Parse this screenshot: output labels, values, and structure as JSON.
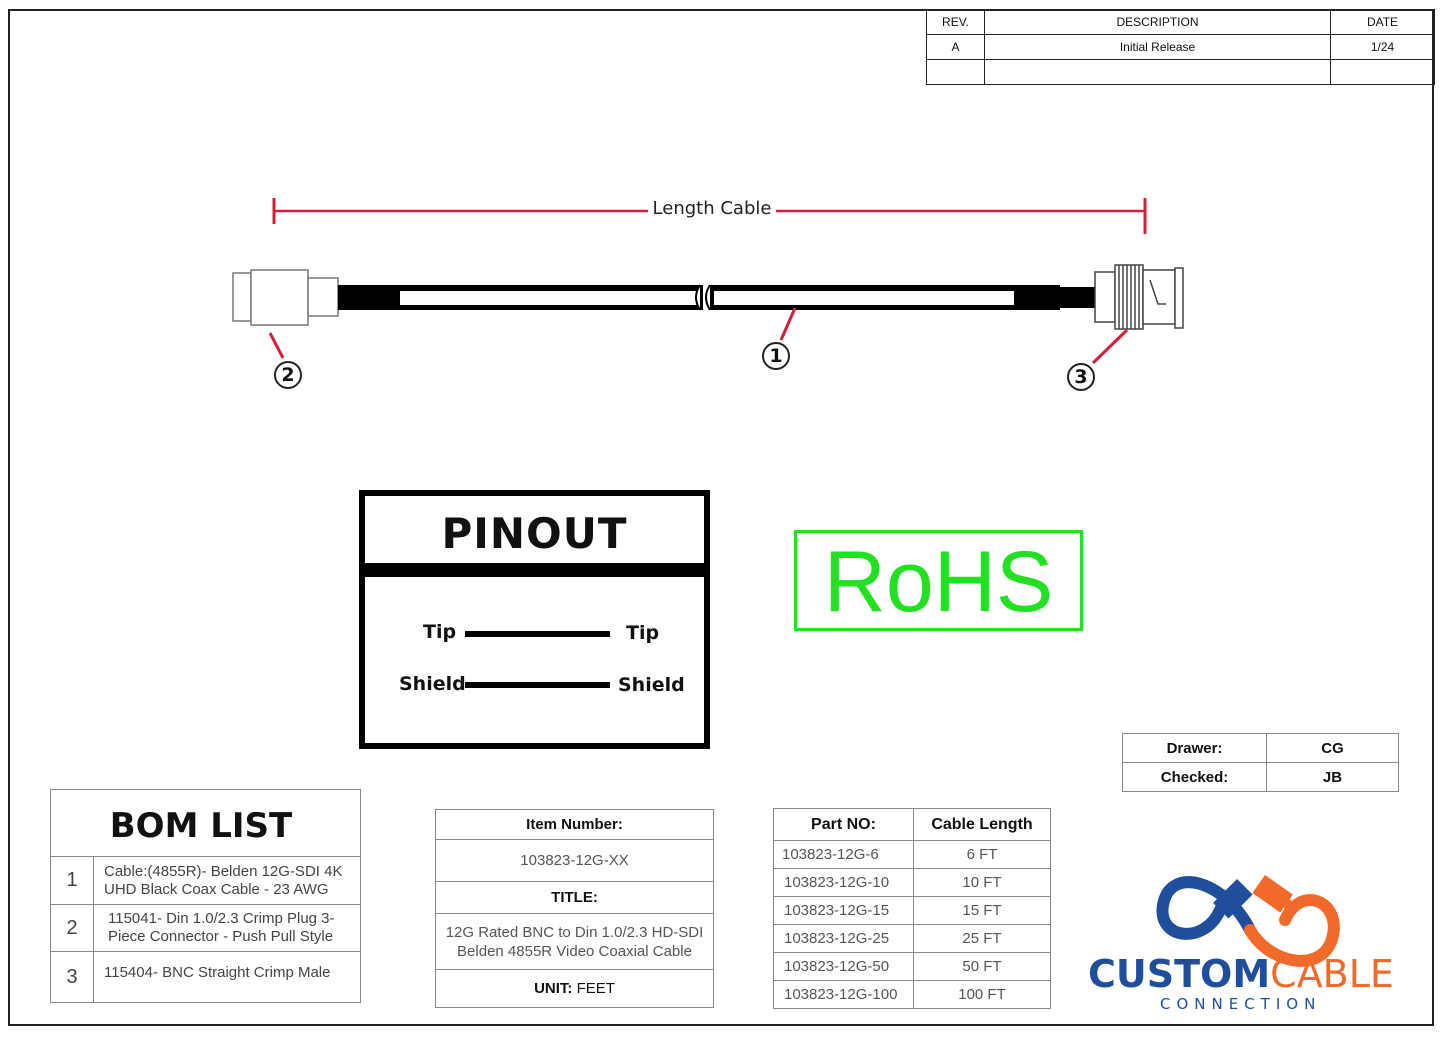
{
  "revision": {
    "headers": [
      "REV.",
      "DESCRIPTION",
      "DATE"
    ],
    "rows": [
      [
        "A",
        "Initial Release",
        "1/24"
      ],
      [
        "",
        "",
        ""
      ]
    ]
  },
  "diagram": {
    "length_label": "Length Cable",
    "callouts": [
      "1",
      "2",
      "3"
    ],
    "colors": {
      "dimension_line": "#d0203a",
      "cable": "#000000"
    }
  },
  "pinout": {
    "title": "PINOUT",
    "rows": [
      {
        "left": "Tip",
        "right": "Tip"
      },
      {
        "left": "Shield",
        "right": "Shield"
      }
    ]
  },
  "rohs": {
    "text": "RoHS",
    "color": "#22e022"
  },
  "signoff": [
    {
      "label": "Drawer:",
      "value": "CG"
    },
    {
      "label": "Checked:",
      "value": "JB"
    }
  ],
  "bom": {
    "title": "BOM LIST",
    "items": [
      {
        "num": "1",
        "line1": "Cable:(4855R)- Belden 12G-SDI 4K",
        "line2": "UHD Black Coax Cable - 23 AWG"
      },
      {
        "num": "2",
        "line1": "115041- Din 1.0/2.3 Crimp Plug 3-",
        "line2": "Piece Connector - Push Pull Style"
      },
      {
        "num": "3",
        "line1": "115404- BNC Straight Crimp Male",
        "line2": ""
      }
    ]
  },
  "item": {
    "number_label": "Item Number:",
    "number_value": "103823-12G-XX",
    "title_label": "TITLE:",
    "title_line1": "12G Rated BNC to Din 1.0/2.3 HD-SDI",
    "title_line2": "Belden 4855R Video Coaxial Cable",
    "unit_label": "UNIT:",
    "unit_value": "FEET"
  },
  "parts": {
    "headers": [
      "Part NO:",
      "Cable Length"
    ],
    "rows": [
      [
        "103823-12G-6",
        "6 FT"
      ],
      [
        "103823-12G-10",
        "10 FT"
      ],
      [
        "103823-12G-15",
        "15 FT"
      ],
      [
        "103823-12G-25",
        "25 FT"
      ],
      [
        "103823-12G-50",
        "50 FT"
      ],
      [
        "103823-12G-100",
        "100 FT"
      ]
    ]
  },
  "logo": {
    "word1": "CUSTOM",
    "word2": "CABLE",
    "word3": "CONNECTION",
    "colors": {
      "blue": "#1f4e9c",
      "orange": "#f26a2a"
    }
  }
}
